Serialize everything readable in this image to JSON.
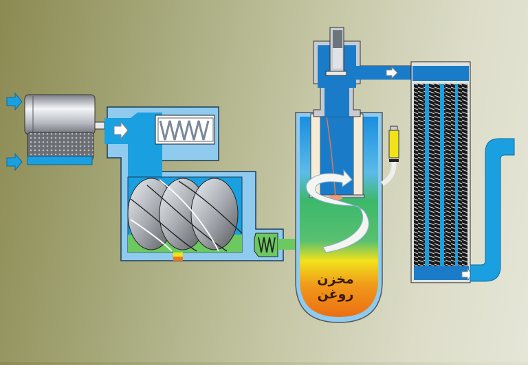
{
  "diagram": {
    "title": "Oil-injected rotary screw compressor flow diagram",
    "reservoir_label": "مخزن روغن",
    "components": [
      {
        "id": "air-filter",
        "name": "Air intake filter"
      },
      {
        "id": "intake-valve",
        "name": "Intake (unloader) valve with spring"
      },
      {
        "id": "screw-element",
        "name": "Twin screw compression element"
      },
      {
        "id": "check-valve",
        "name": "Discharge check valve"
      },
      {
        "id": "separator-tank",
        "name": "Air/oil separator tank (oil reservoir)"
      },
      {
        "id": "min-pressure-valve",
        "name": "Minimum pressure valve"
      },
      {
        "id": "oil-level-sensor",
        "name": "Yellow sight glass / sensor"
      },
      {
        "id": "aftercooler",
        "name": "Finned aftercooler"
      },
      {
        "id": "outlet-pipe",
        "name": "Compressed air outlet"
      }
    ],
    "colors": {
      "air": "#1aa0e0",
      "air_dark": "#1a7cc8",
      "casing": "#8ecbef",
      "oil_green": "#3cb86a",
      "oil_yellow": "#f2e21a",
      "oil_orange": "#f07a1a",
      "metal": "#c8ccd2"
    }
  }
}
